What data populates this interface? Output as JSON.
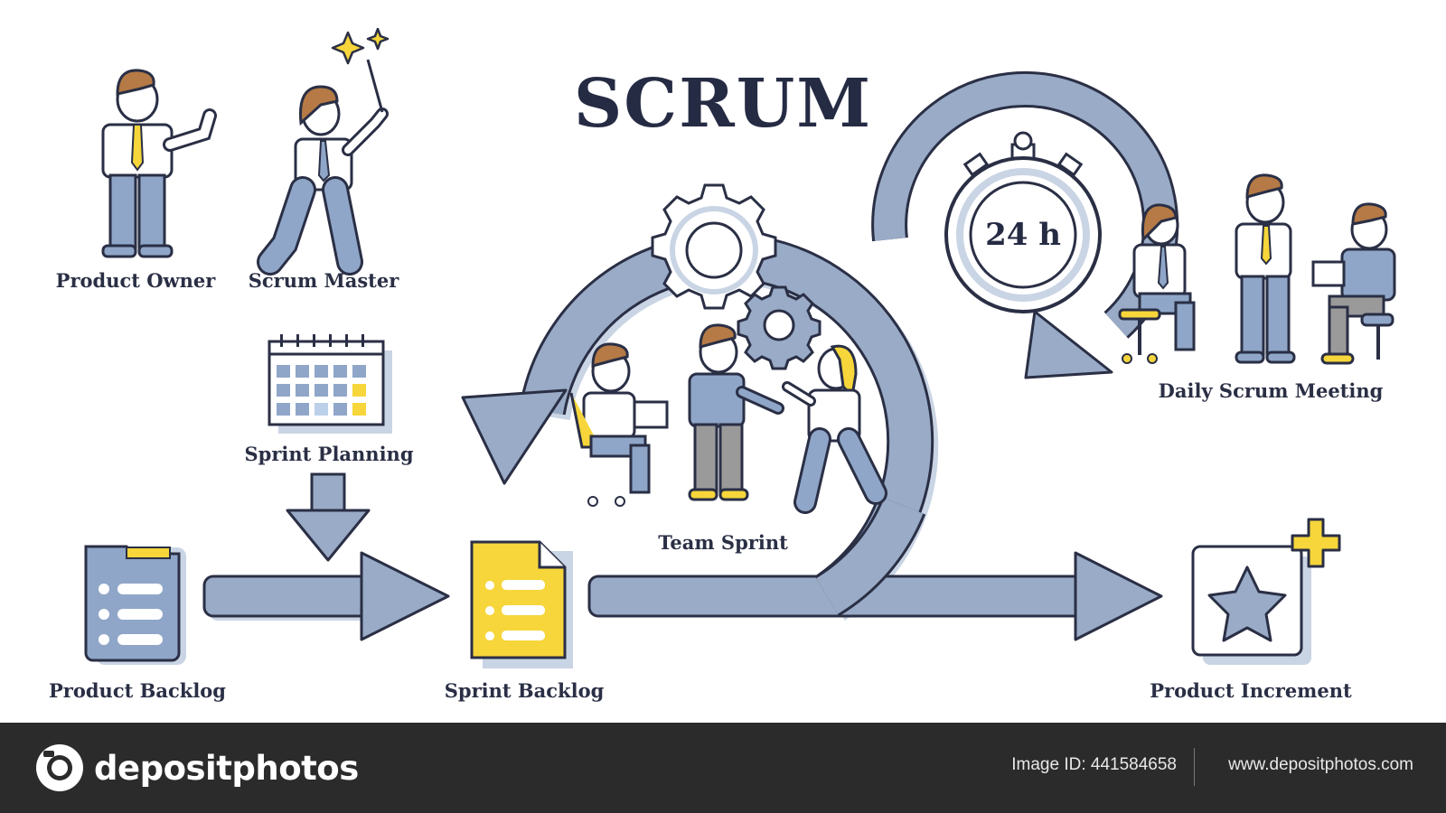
{
  "title": "SCRUM",
  "roles": {
    "product_owner": "Product Owner",
    "scrum_master": "Scrum Master"
  },
  "steps": {
    "sprint_planning": "Sprint Planning",
    "product_backlog": "Product Backlog",
    "sprint_backlog": "Sprint Backlog",
    "team_sprint": "Team Sprint",
    "daily_scrum": "Daily Scrum Meeting",
    "product_increment": "Product Increment"
  },
  "timer": "24 h",
  "colors": {
    "arrow_fill": "#99abc6",
    "outline": "#2a2f45",
    "accent_yellow": "#f6d63a",
    "shirt_white": "#ffffff",
    "pants_blue": "#8fa6c8",
    "hair_brown": "#b57a45"
  },
  "footer": {
    "brand": "depositphotos",
    "image_id": "Image ID: 441584658",
    "url": "www.depositphotos.com"
  }
}
